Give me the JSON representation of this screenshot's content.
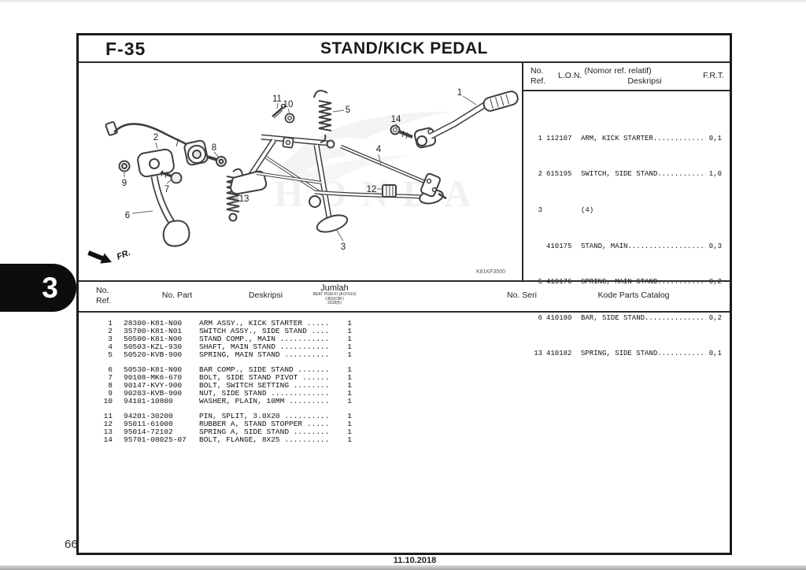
{
  "page": {
    "code": "F-35",
    "title": "STAND/KICK PEDAL",
    "page_number": "66",
    "date": "11.10.2018",
    "section_tab": "3",
    "figure_code": "K81KF3500",
    "fr_label": "FR."
  },
  "ref_table": {
    "header": {
      "no": "No.",
      "ref": "Ref.",
      "lon": "L.O.N.",
      "rel_note": "(Nomor ref. relatif)",
      "deskripsi": "Deskripsi",
      "frt": "F.R.T."
    },
    "rows": [
      {
        "ref": "1",
        "lon": "112107",
        "desc": "ARM, KICK STARTER..............",
        "frt": "0,1"
      },
      {
        "ref": "2",
        "lon": "615195",
        "desc": "SWITCH, SIDE STAND.............",
        "frt": "1,0"
      },
      {
        "ref": "3",
        "lon": "",
        "desc": "(4)",
        "frt": ""
      },
      {
        "ref": "",
        "lon": "410175",
        "desc": "STAND, MAIN....................",
        "frt": "0,3"
      },
      {
        "ref": "5",
        "lon": "410176",
        "desc": "SPRING, MAIN STAND.............",
        "frt": "0,2"
      },
      {
        "ref": "6",
        "lon": "410180",
        "desc": "BAR, SIDE STAND................",
        "frt": "0,2"
      },
      {
        "ref": "13",
        "lon": "410182",
        "desc": "SPRING, SIDE STAND.............",
        "frt": "0,1"
      }
    ]
  },
  "parts_table": {
    "header": {
      "no": "No.",
      "ref": "Ref.",
      "part": "No. Part",
      "deskripsi": "Deskripsi",
      "jumlah": "Jumlah",
      "jumlah_sub": [
        "BEAT PGM-FI (ACH110)",
        "CBS(CBF)",
        "2018(K)"
      ],
      "seri": "No. Seri",
      "kode": "Kode Parts Catalog"
    },
    "groups": [
      [
        {
          "ref": "1",
          "part": "28300-K81-N00",
          "desc": "ARM ASSY., KICK STARTER .....",
          "qty": "1"
        },
        {
          "ref": "2",
          "part": "35700-K81-N01",
          "desc": "SWITCH ASSY., SIDE STAND ....",
          "qty": "1"
        },
        {
          "ref": "3",
          "part": "50500-K81-N00",
          "desc": "STAND COMP., MAIN ...........",
          "qty": "1"
        },
        {
          "ref": "4",
          "part": "50503-KZL-930",
          "desc": "SHAFT, MAIN STAND ...........",
          "qty": "1"
        },
        {
          "ref": "5",
          "part": "50520-KVB-900",
          "desc": "SPRING, MAIN STAND ..........",
          "qty": "1"
        }
      ],
      [
        {
          "ref": "6",
          "part": "50530-K81-N00",
          "desc": "BAR COMP., SIDE STAND .......",
          "qty": "1"
        },
        {
          "ref": "7",
          "part": "90108-MK6-670",
          "desc": "BOLT, SIDE STAND PIVOT ......",
          "qty": "1"
        },
        {
          "ref": "8",
          "part": "90147-KVY-900",
          "desc": "BOLT, SWITCH SETTING ........",
          "qty": "1"
        },
        {
          "ref": "9",
          "part": "90203-KVB-900",
          "desc": "NUT, SIDE STAND .............",
          "qty": "1"
        },
        {
          "ref": "10",
          "part": "94101-10800",
          "desc": "WASHER, PLAIN, 10MM .........",
          "qty": "1"
        }
      ],
      [
        {
          "ref": "11",
          "part": "94201-30200",
          "desc": "PIN, SPLIT, 3.0X20 ..........",
          "qty": "1"
        },
        {
          "ref": "12",
          "part": "95011-61000",
          "desc": "RUBBER A, STAND STOPPER .....",
          "qty": "1"
        },
        {
          "ref": "13",
          "part": "95014-72102",
          "desc": "SPRING A, SIDE STAND ........",
          "qty": "1"
        },
        {
          "ref": "14",
          "part": "95701-08025-07",
          "desc": "BOLT, FLANGE, 8X25 ..........",
          "qty": "1"
        }
      ]
    ]
  },
  "diagram": {
    "watermark": "HONDA",
    "callouts": [
      "1",
      "2",
      "3",
      "4",
      "5",
      "6",
      "7",
      "8",
      "9",
      "10",
      "11",
      "12",
      "13",
      "14"
    ]
  }
}
